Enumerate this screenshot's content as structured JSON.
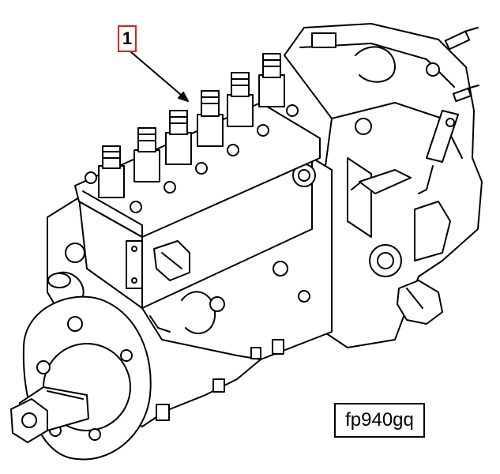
{
  "callout": {
    "number": "1",
    "border_color": "#d9231f"
  },
  "figure_code": "fp940gq",
  "drawing": {
    "subject": "fuel-injection-pump",
    "line_color": "#000000",
    "fill_color": "#ffffff"
  }
}
